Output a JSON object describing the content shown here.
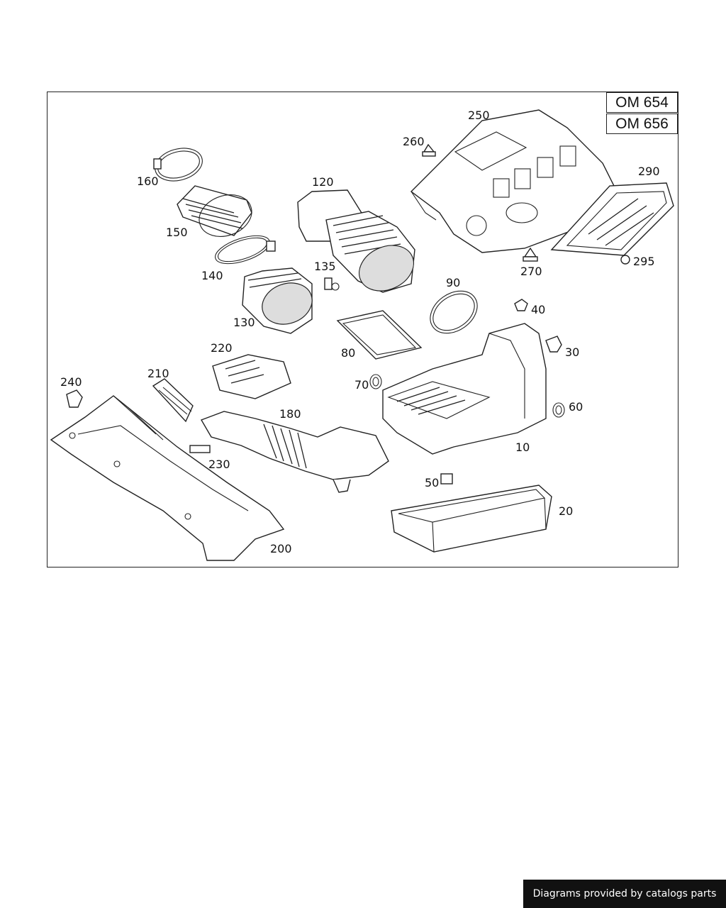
{
  "models": [
    "OM 654",
    "OM 656"
  ],
  "parts": {
    "p10": "10",
    "p20": "20",
    "p30": "30",
    "p40": "40",
    "p50": "50",
    "p60": "60",
    "p70": "70",
    "p80": "80",
    "p90": "90",
    "p120": "120",
    "p130": "130",
    "p135": "135",
    "p140": "140",
    "p150": "150",
    "p160": "160",
    "p180": "180",
    "p200": "200",
    "p210": "210",
    "p220": "220",
    "p230": "230",
    "p240": "240",
    "p250": "250",
    "p260": "260",
    "p270": "270",
    "p290": "290",
    "p295": "295"
  },
  "footer": "Diagrams provided by catalogs parts"
}
